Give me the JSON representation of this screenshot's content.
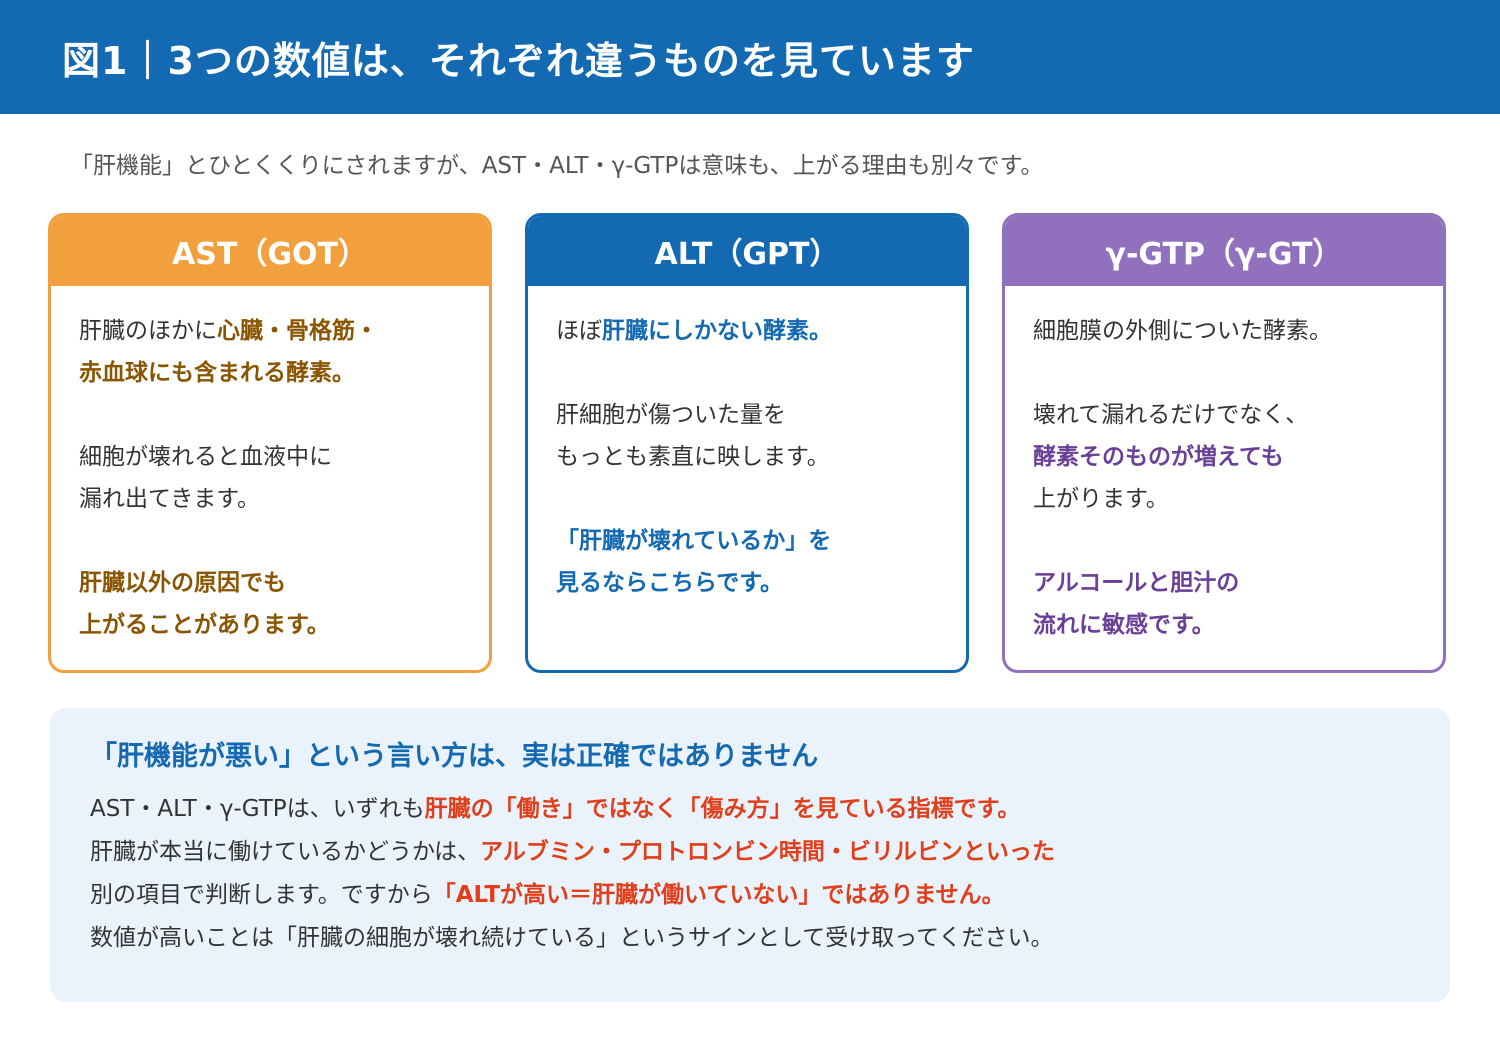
{
  "header": {
    "title": "図1｜3つの数値は、それぞれ違うものを見ています"
  },
  "lead": "「肝機能」とひとくくりにされますが、AST・ALT・γ-GTPは意味も、上がる理由も別々です。",
  "colors": {
    "header_bg": "#1469b3",
    "ast": "#f2a03d",
    "alt": "#1469b3",
    "ggt": "#9170bd",
    "note_bg": "#eaf3fb",
    "highlight_red": "#e13e1c"
  },
  "cards": {
    "ast": {
      "title": "AST（GOT）",
      "p1": {
        "a": "肝臓のほかに",
        "b": "心臓・骨格筋・",
        "c": "赤血球にも含まれる酵素。"
      },
      "p2": {
        "a": "細胞が壊れると血液中に",
        "b": "漏れ出てきます。"
      },
      "p3": {
        "a": "肝臓以外の原因でも",
        "b": "上がることがあります。"
      }
    },
    "alt": {
      "title": "ALT（GPT）",
      "p1": {
        "a": "ほぼ",
        "b": "肝臓にしかない酵素。"
      },
      "p2": {
        "a": "肝細胞が傷ついた量を",
        "b": "もっとも素直に映します。"
      },
      "p3": {
        "a": "「肝臓が壊れているか」を",
        "b": "見るならこちらです。"
      }
    },
    "ggt": {
      "title": "γ-GTP（γ-GT）",
      "p1": {
        "a": "細胞膜の外側についた酵素。"
      },
      "p2": {
        "a": "壊れて漏れるだけでなく、",
        "b": "酵素そのものが増えても",
        "c": "上がります。"
      },
      "p3": {
        "a": "アルコールと胆汁の",
        "b": "流れに敏感です。"
      }
    }
  },
  "note": {
    "title": "「肝機能が悪い」という言い方は、実は正確ではありません",
    "line1": {
      "a": "AST・ALT・γ-GTPは、いずれも",
      "b": "肝臓の「働き」ではなく「傷み方」を見ている指標です。"
    },
    "line2": {
      "a": "肝臓が本当に働けているかどうかは、",
      "b": "アルブミン・プロトロンビン時間・ビリルビンといった"
    },
    "line3": {
      "a": "別の項目で判断します。ですから",
      "b": "「ALTが高い＝肝臓が働いていない」ではありません。"
    },
    "line4": {
      "a": "数値が高いことは「肝臓の細胞が壊れ続けている」というサインとして受け取ってください。"
    }
  }
}
